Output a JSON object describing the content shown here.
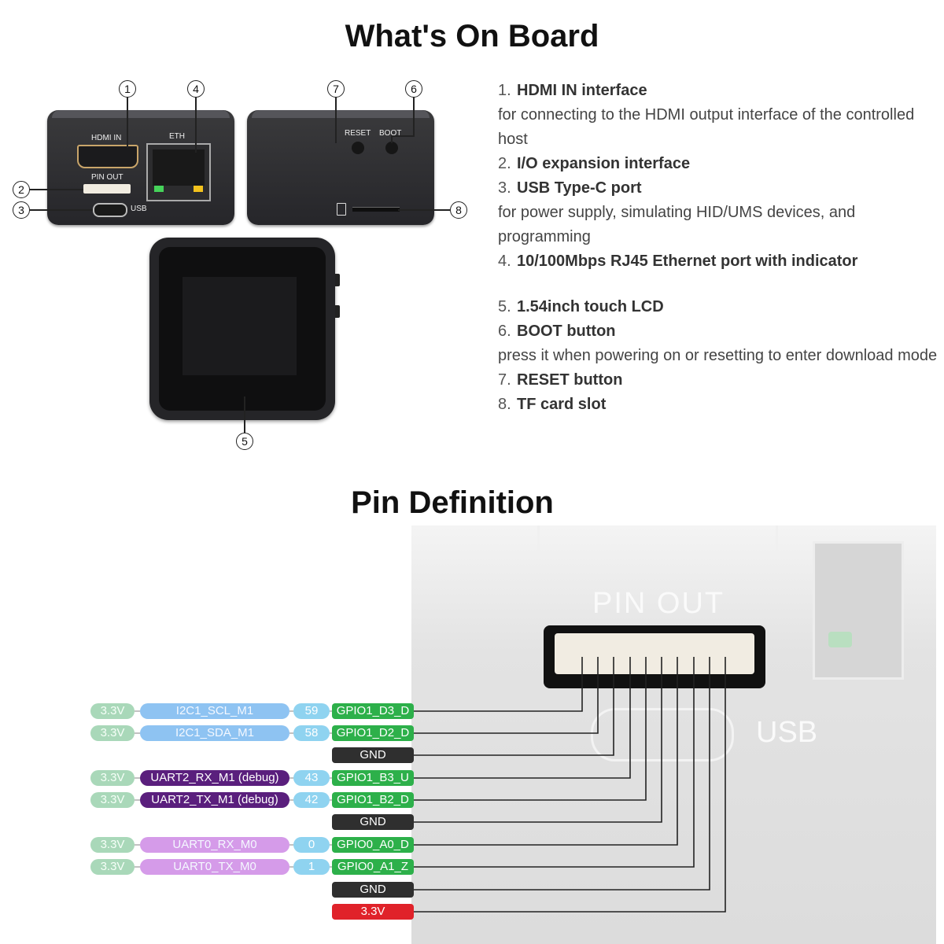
{
  "titles": {
    "board": "What's On Board",
    "pins": "Pin Definition"
  },
  "device_labels": {
    "hdmi_in": "HDMI IN",
    "eth": "ETH",
    "pin_out": "PIN OUT",
    "usb": "USB",
    "reset": "RESET",
    "boot": "BOOT"
  },
  "callouts": [
    "1",
    "2",
    "3",
    "4",
    "5",
    "6",
    "7",
    "8"
  ],
  "features": [
    {
      "num": "1.",
      "title": "HDMI IN interface",
      "desc": "for connecting to the HDMI output interface of the controlled host"
    },
    {
      "num": "2.",
      "title": "I/O expansion interface",
      "desc": ""
    },
    {
      "num": "3.",
      "title": "USB Type-C port",
      "desc": "for power supply, simulating HID/UMS devices, and programming"
    },
    {
      "num": "4.",
      "title": "10/100Mbps RJ45 Ethernet port with indicator",
      "desc": ""
    },
    {
      "num": "5.",
      "title": "1.54inch touch LCD",
      "desc": ""
    },
    {
      "num": "6.",
      "title": "BOOT button",
      "desc": "press it when powering on or resetting to enter download mode"
    },
    {
      "num": "7.",
      "title": "RESET button",
      "desc": ""
    },
    {
      "num": "8.",
      "title": "TF card slot",
      "desc": ""
    }
  ],
  "photo_labels": {
    "pin_out": "PIN OUT",
    "usb": "USB"
  },
  "pins": [
    {
      "v": "3.3V",
      "fn": "I2C1_SCL_M1",
      "fn_color": "#8ec3f2",
      "num": "59",
      "gpio": "GPIO1_D3_D",
      "kind": "gpio"
    },
    {
      "v": "3.3V",
      "fn": "I2C1_SDA_M1",
      "fn_color": "#8ec3f2",
      "num": "58",
      "gpio": "GPIO1_D2_D",
      "kind": "gpio"
    },
    {
      "v": "",
      "fn": "",
      "fn_color": "",
      "num": "",
      "gpio": "GND",
      "kind": "gnd"
    },
    {
      "v": "3.3V",
      "fn": "UART2_RX_M1 (debug)",
      "fn_color": "#5a1f7d",
      "num": "43",
      "gpio": "GPIO1_B3_U",
      "kind": "gpio"
    },
    {
      "v": "3.3V",
      "fn": "UART2_TX_M1 (debug)",
      "fn_color": "#5a1f7d",
      "num": "42",
      "gpio": "GPIO1_B2_D",
      "kind": "gpio"
    },
    {
      "v": "",
      "fn": "",
      "fn_color": "",
      "num": "",
      "gpio": "GND",
      "kind": "gnd"
    },
    {
      "v": "3.3V",
      "fn": "UART0_RX_M0",
      "fn_color": "#d59be9",
      "num": "0",
      "gpio": "GPIO0_A0_D",
      "kind": "gpio"
    },
    {
      "v": "3.3V",
      "fn": "UART0_TX_M0",
      "fn_color": "#d59be9",
      "num": "1",
      "gpio": "GPIO0_A1_Z",
      "kind": "gpio"
    },
    {
      "v": "",
      "fn": "",
      "fn_color": "",
      "num": "",
      "gpio": "GND",
      "kind": "gnd"
    },
    {
      "v": "",
      "fn": "",
      "fn_color": "",
      "num": "",
      "gpio": "3.3V",
      "kind": "vcc"
    }
  ]
}
